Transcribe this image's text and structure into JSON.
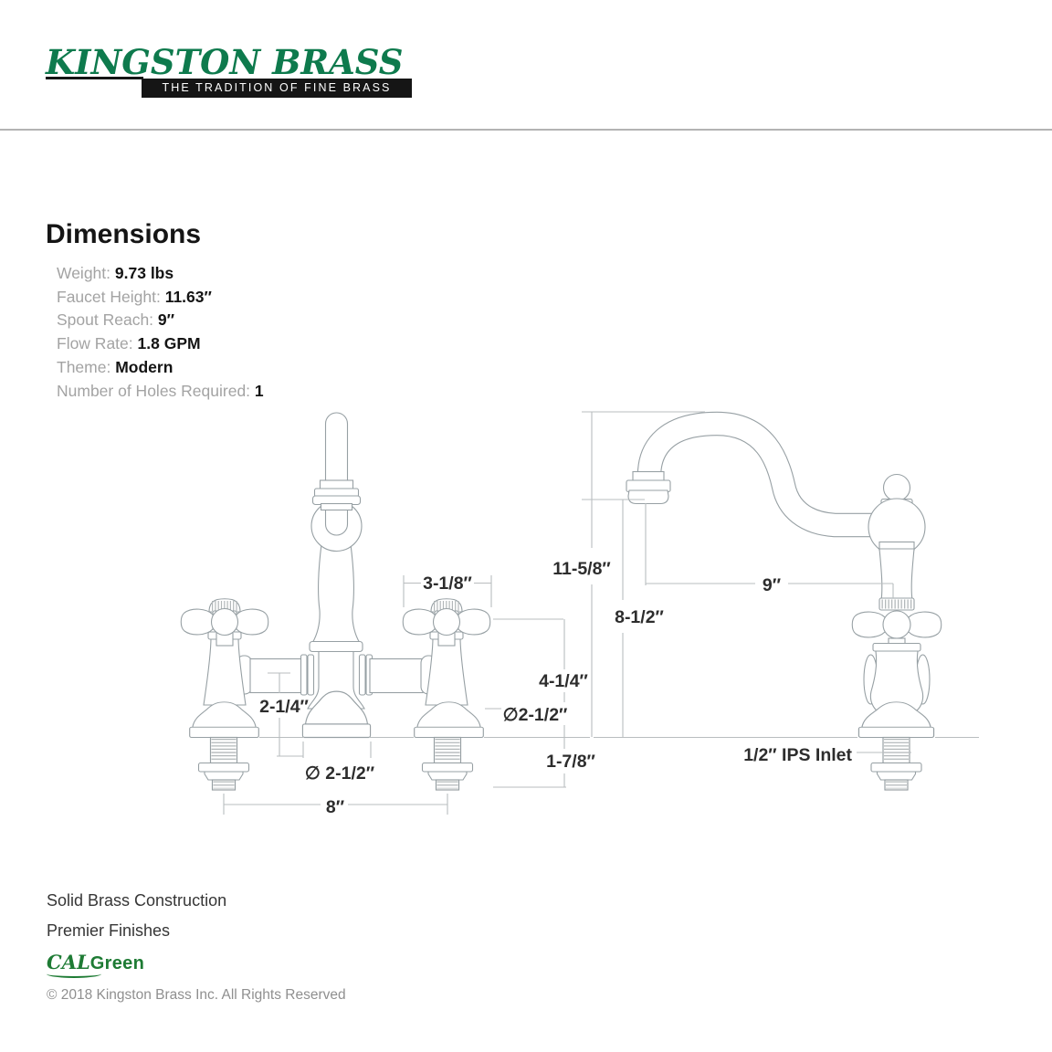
{
  "brand": {
    "logo_text": "KINGSTON BRASS",
    "tagline": "THE TRADITION OF FINE BRASS",
    "logo_color": "#0e7a4d",
    "tagline_bg": "#151515",
    "tagline_fg": "#ffffff"
  },
  "section": {
    "title": "Dimensions"
  },
  "specs": [
    {
      "label": "Weight:",
      "value": "9.73 lbs"
    },
    {
      "label": "Faucet Height:",
      "value": "11.63″"
    },
    {
      "label": "Spout Reach:",
      "value": "9″"
    },
    {
      "label": "Flow Rate:",
      "value": "1.8 GPM"
    },
    {
      "label": "Theme:",
      "value": "Modern"
    },
    {
      "label": "Number of Holes Required:",
      "value": "1"
    }
  ],
  "diagram": {
    "line_color": "#97a0a4",
    "dim_line_color": "#b9bdbf",
    "label_color": "#2d2d2d",
    "labels": {
      "handle_width": "3-1/8″",
      "bridge_height": "2-1/4″",
      "base_dia_front": "∅ 2-1/2″",
      "hole_spacing": "8″",
      "handle_height": "4-1/4″",
      "base_dia_side": "∅2-1/2″",
      "deck_range": "1-7/8″",
      "overall_height": "11-5/8″",
      "spout_height": "8-1/2″",
      "spout_reach": "9″",
      "inlet": "1/2″ IPS Inlet"
    }
  },
  "footer": {
    "features": [
      "Solid Brass Construction",
      "Premier Finishes"
    ],
    "cal_green": {
      "cal": "CAL",
      "green": "Green"
    },
    "copyright": "© 2018 Kingston Brass Inc. All Rights Reserved"
  }
}
